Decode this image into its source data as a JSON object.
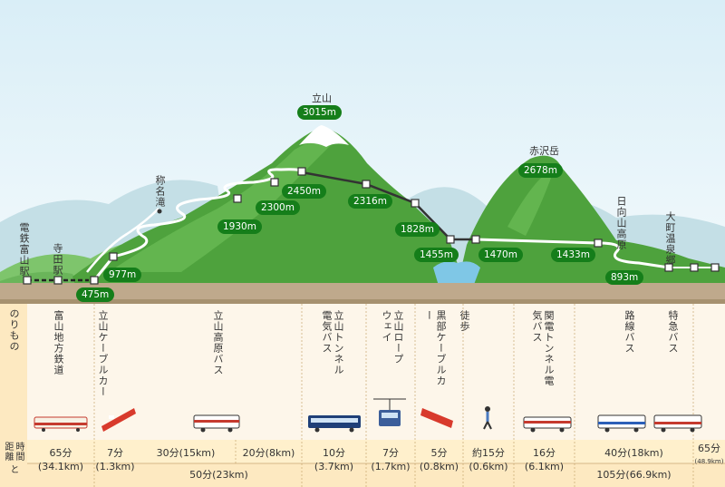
{
  "peaks": {
    "tateyama": {
      "name": "立山",
      "alt": "3015m"
    },
    "akazawa": {
      "name": "赤沢岳",
      "alt": "2678m"
    }
  },
  "stations_left": {
    "dentetsu_toyama": "電鉄富山駅",
    "terada": "寺田駅",
    "shomyo": "称名滝",
    "hinata": "日向山高原",
    "omachi": "大町温泉郷"
  },
  "elevations": [
    "475m",
    "977m",
    "1930m",
    "2300m",
    "2450m",
    "2316m",
    "1828m",
    "1455m",
    "1470m",
    "1433m",
    "893m"
  ],
  "bottom": {
    "header_left": "のりもの",
    "row1_label": "時間",
    "row2_label": "距離",
    "conj": "と",
    "modes": [
      {
        "name": "富山地方鉄道",
        "icon": "train-icon"
      },
      {
        "name": "立山ケーブルカー",
        "icon": "cablecar-icon"
      },
      {
        "name": "立山高原バス",
        "icon": "bus-icon"
      },
      {
        "name": "立山トンネル電気バス",
        "icon": "electric-bus-icon"
      },
      {
        "name": "立山ロープウェイ",
        "icon": "ropeway-icon"
      },
      {
        "name": "黒部ケーブルカー",
        "icon": "kurobe-cable-icon"
      },
      {
        "name": "徒歩",
        "icon": "walker-icon"
      },
      {
        "name": "関電トンネル電気バス",
        "icon": "kanden-bus-icon"
      },
      {
        "name": "路線バス",
        "icon": "route-bus-icon"
      },
      {
        "name": "特急バス",
        "icon": "express-bus-icon"
      }
    ],
    "times": [
      {
        "t": "65分",
        "d": "(34.1km)"
      },
      {
        "t": "7分",
        "d": "(1.3km)"
      },
      {
        "t": "30分(15km)",
        "d": ""
      },
      {
        "t": "20分(8km)",
        "d": ""
      },
      {
        "t": "10分",
        "d": "(3.7km)"
      },
      {
        "t": "7分",
        "d": "(1.7km)"
      },
      {
        "t": "5分",
        "d": "(0.8km)"
      },
      {
        "t": "約15分",
        "d": "(0.6km)"
      },
      {
        "t": "16分",
        "d": "(6.1km)"
      },
      {
        "t": "40分(18km)",
        "d": ""
      },
      {
        "t": "65分",
        "d": "(48.9km)"
      }
    ],
    "totals": [
      {
        "t": "50分(23km)"
      },
      {
        "t": "105分(66.9km)"
      }
    ]
  },
  "colors": {
    "accent": "#157e1a",
    "band": "#fde9c1",
    "row": "#fff4dc"
  }
}
